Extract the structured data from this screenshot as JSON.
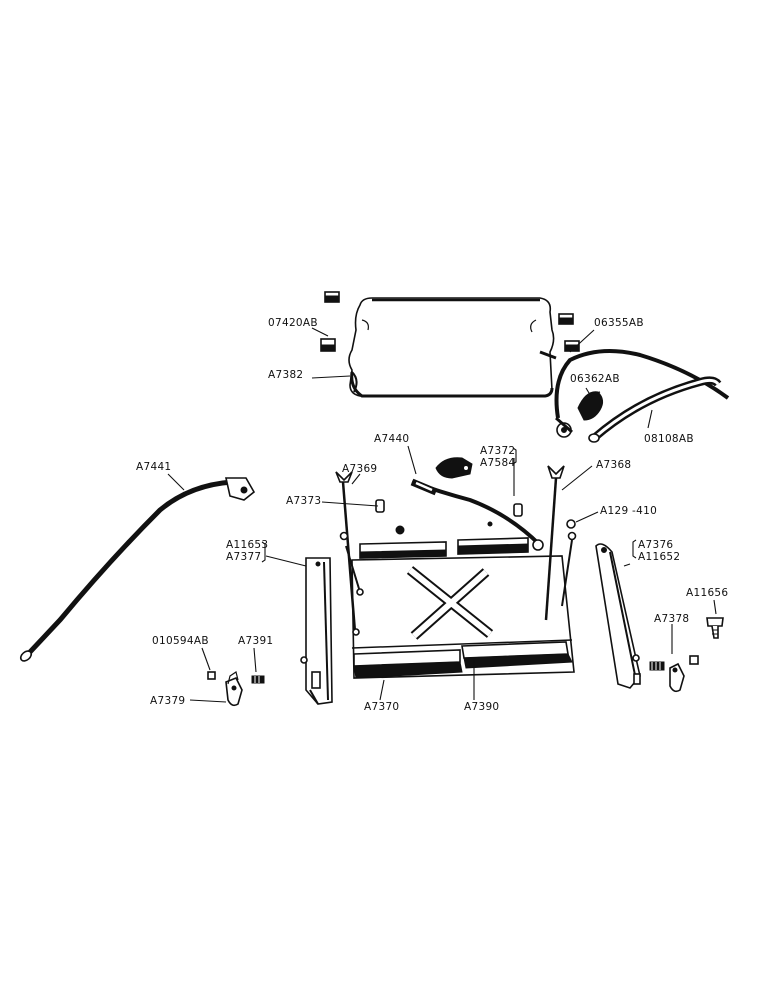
{
  "colors": {
    "ink": "#111111",
    "paper": "#ffffff"
  },
  "labels": {
    "p07420AB": "07420AB",
    "p06355AB": "06355AB",
    "pA7382": "A7382",
    "p06362AB": "06362AB",
    "p08108AB": "08108AB",
    "pA7440": "A7440",
    "pA7441": "A7441",
    "pA7372": "A7372",
    "pA7584": "A7584",
    "pA7369": "A7369",
    "pA7368": "A7368",
    "pA7373": "A7373",
    "pA129_410": "A129 -410",
    "pA11653": "A11653",
    "pA7377": "A7377",
    "pA7376": "A7376",
    "pA11652": "A11652",
    "pA11656": "A11656",
    "p010594AB": "010594AB",
    "pA7391": "A7391",
    "pA7378": "A7378",
    "pA7379": "A7379",
    "pA7370": "A7370",
    "pA7390": "A7390"
  }
}
